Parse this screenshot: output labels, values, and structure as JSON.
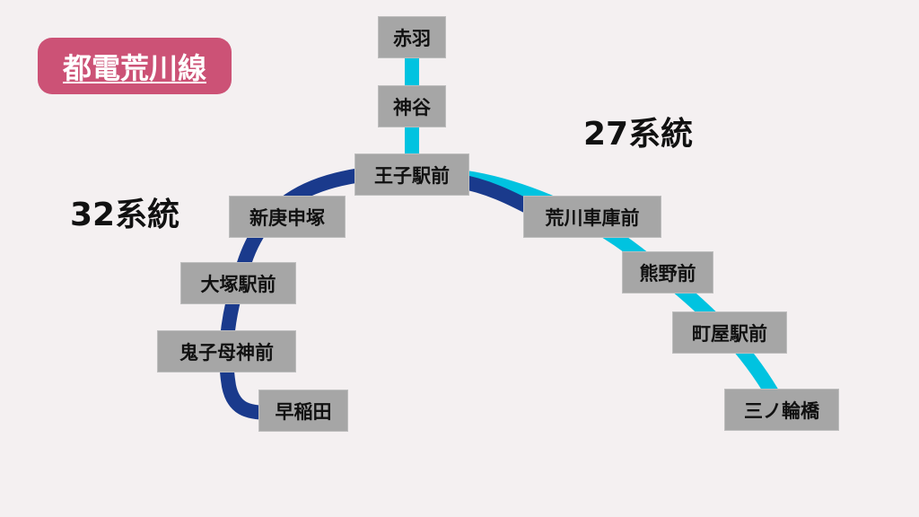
{
  "title": "都電荒川線",
  "routes": {
    "r27": "27系統",
    "r32": "32系統"
  },
  "colors": {
    "route27": "#00c3e0",
    "route32": "#1a3a8c",
    "title_bg": "#cc5276",
    "station_bg": "#a6a6a6",
    "background": "#f4f0f1"
  },
  "stations": {
    "akabane": "赤羽",
    "kamiya": "神谷",
    "oji": "王子駅前",
    "shinkoshinzuka": "新庚申塚",
    "otsuka": "大塚駅前",
    "kishimojin": "鬼子母神前",
    "waseda": "早稲田",
    "arakawashako": "荒川車庫前",
    "kumanomae": "熊野前",
    "machiya": "町屋駅前",
    "minowabashi": "三ノ輪橋"
  }
}
